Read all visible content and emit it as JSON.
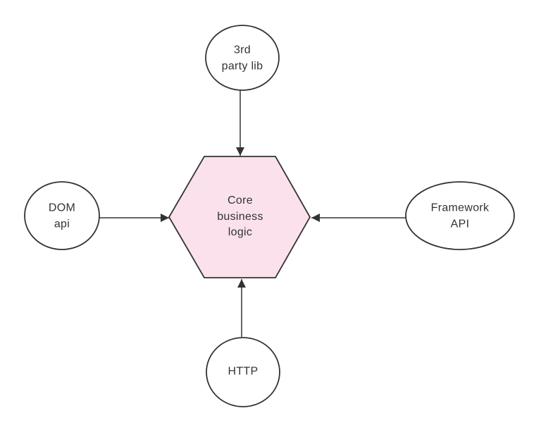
{
  "diagram": {
    "center_node": {
      "id": "core-business-logic",
      "shape": "hexagon",
      "label": "Core\nbusiness\nlogic",
      "fill": "#fae1ec"
    },
    "nodes": [
      {
        "id": "third-party-lib",
        "shape": "circle",
        "position": "top",
        "label": "3rd\nparty lib"
      },
      {
        "id": "dom-api",
        "shape": "circle",
        "position": "left",
        "label": "DOM\napi"
      },
      {
        "id": "framework-api",
        "shape": "ellipse",
        "position": "right",
        "label": "Framework\nAPI"
      },
      {
        "id": "http",
        "shape": "circle",
        "position": "bottom",
        "label": "HTTP"
      }
    ],
    "edges": [
      {
        "from": "third-party-lib",
        "to": "core-business-logic",
        "direction": "down",
        "arrowhead": "filled-triangle"
      },
      {
        "from": "dom-api",
        "to": "core-business-logic",
        "direction": "right",
        "arrowhead": "filled-triangle"
      },
      {
        "from": "framework-api",
        "to": "core-business-logic",
        "direction": "left",
        "arrowhead": "filled-triangle"
      },
      {
        "from": "http",
        "to": "core-business-logic",
        "direction": "up",
        "arrowhead": "filled-triangle"
      }
    ],
    "colors": {
      "stroke": "#333333",
      "text": "#333333",
      "center_fill": "#fae1ec",
      "node_fill": "#ffffff",
      "background": "#ffffff"
    }
  }
}
